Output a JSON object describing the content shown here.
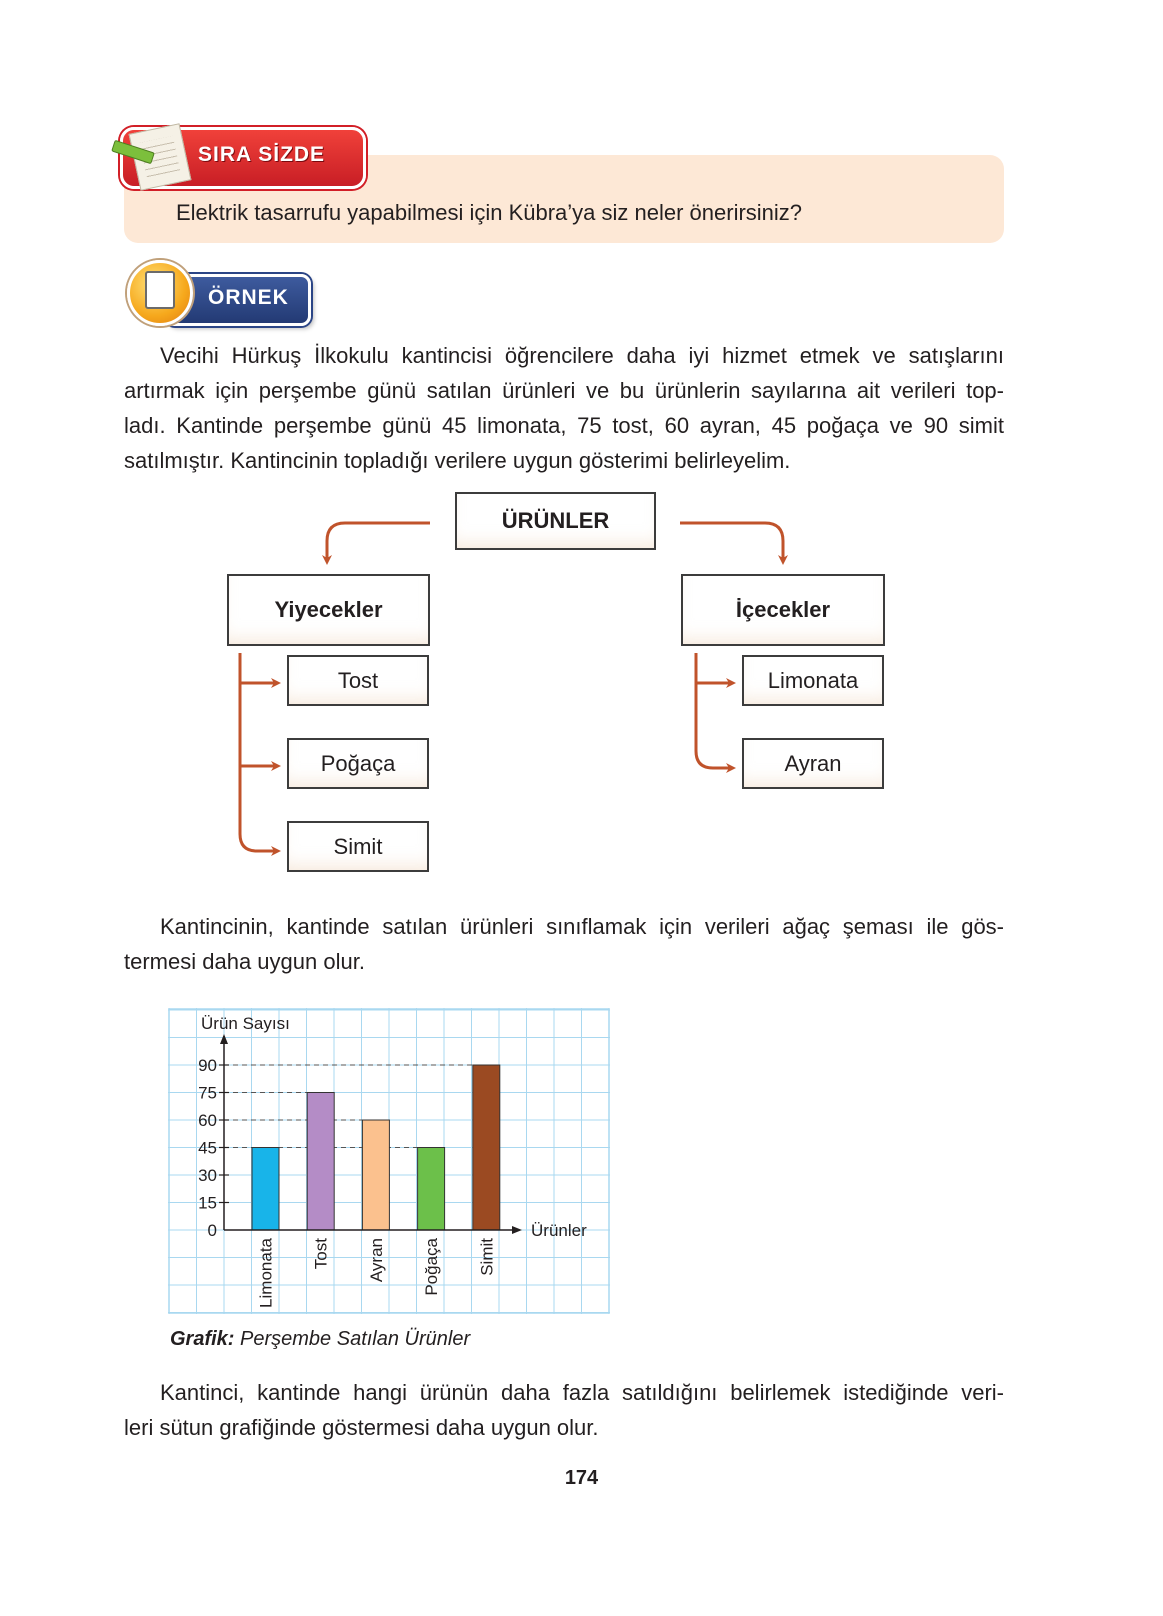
{
  "sira_sizde": {
    "label": "SIRA SİZDE",
    "question": "Elektrik tasarrufu yapabilmesi için Kübra’ya siz neler önerirsiniz?"
  },
  "ornek": {
    "label": "ÖRNEK"
  },
  "paragraph1": {
    "lines": [
      "Vecihi Hürkuş İlkokulu kantincisi öğrencilere daha iyi hizmet etmek ve satışlarını",
      "artırmak için perşembe günü satılan ürünleri ve bu ürünlerin sayılarına ait verileri top-",
      "ladı. Kantinde perşembe günü 45 limonata, 75 tost, 60 ayran, 45 poğaça ve 90 simit",
      "satılmıştır. Kantincinin topladığı verilere uygun gösterimi belirleyelim."
    ]
  },
  "tree": {
    "root": "ÜRÜNLER",
    "left": {
      "title": "Yiyecekler",
      "items": [
        "Tost",
        "Poğaça",
        "Simit"
      ]
    },
    "right": {
      "title": "İçecekler",
      "items": [
        "Limonata",
        "Ayran"
      ]
    },
    "arrow_color": "#c0532b"
  },
  "paragraph2": {
    "lines": [
      "Kantincinin, kantinde satılan ürünleri sınıflamak için verileri ağaç şeması ile gös-",
      "termesi daha uygun olur."
    ]
  },
  "chart_data": {
    "type": "bar",
    "ylabel": "Ürün Sayısı",
    "xlabel": "Ürünler",
    "categories": [
      "Limonata",
      "Tost",
      "Ayran",
      "Poğaça",
      "Simit"
    ],
    "values": [
      45,
      75,
      60,
      45,
      90
    ],
    "colors": [
      "#18b4e9",
      "#b48cc6",
      "#fbc18e",
      "#6cc04a",
      "#9b4a22"
    ],
    "yticks": [
      0,
      15,
      30,
      45,
      60,
      75,
      90
    ],
    "ylim": [
      0,
      90
    ],
    "grid": true,
    "grid_color": "#a9d8f0"
  },
  "caption": {
    "bold": "Grafik:",
    "text": " Perşembe Satılan Ürünler"
  },
  "paragraph3": {
    "lines": [
      "Kantinci, kantinde hangi ürünün daha fazla satıldığını belirlemek istediğinde veri-",
      "leri sütun grafiğinde göstermesi daha uygun olur."
    ]
  },
  "page_number": "174"
}
